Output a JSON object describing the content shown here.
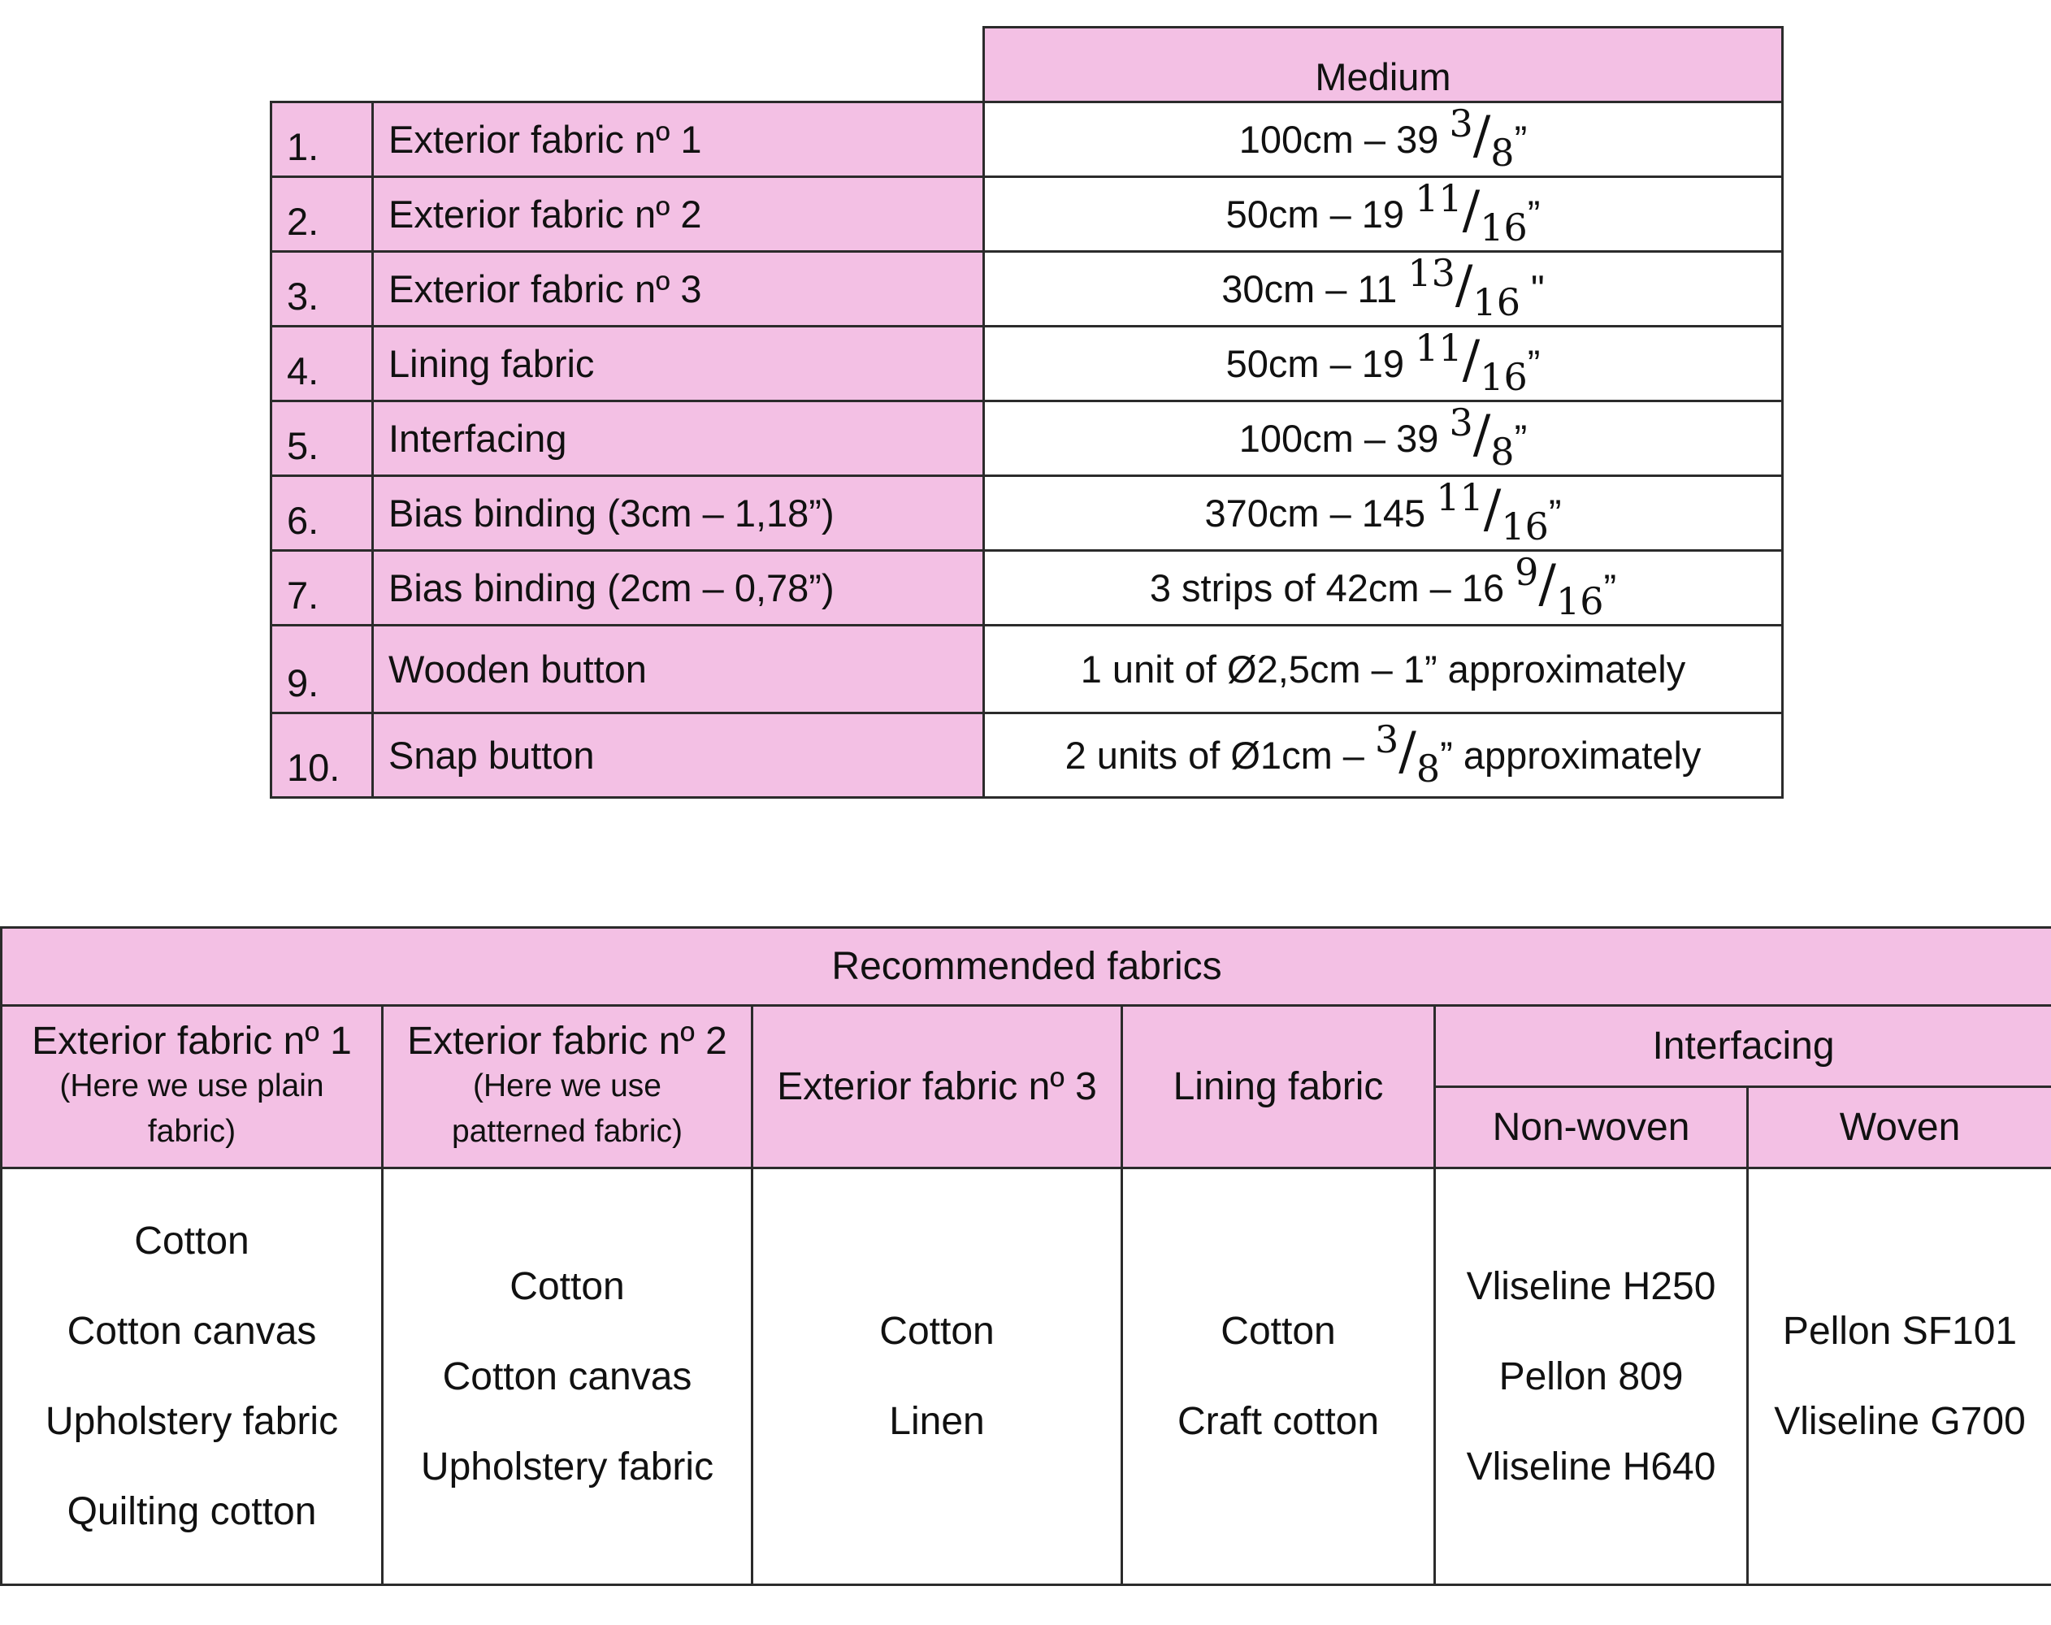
{
  "materials_table": {
    "header": "Medium",
    "rows": [
      {
        "num": "1.",
        "name": "Exterior fabric nº 1",
        "qty_pre": "100cm – 39 ",
        "num_top": "3",
        "num_bot": "8",
        "qty_post": "”"
      },
      {
        "num": "2.",
        "name": "Exterior fabric nº 2",
        "qty_pre": "50cm – 19 ",
        "num_top": "11",
        "num_bot": "16",
        "qty_post": "”"
      },
      {
        "num": "3.",
        "name": "Exterior fabric nº 3",
        "qty_pre": "30cm – 11 ",
        "num_top": "13",
        "num_bot": "16",
        "qty_post": " \""
      },
      {
        "num": "4.",
        "name": "Lining fabric",
        "qty_pre": "50cm – 19 ",
        "num_top": "11",
        "num_bot": "16",
        "qty_post": "”"
      },
      {
        "num": "5.",
        "name": "Interfacing",
        "qty_pre": "100cm – 39 ",
        "num_top": "3",
        "num_bot": "8",
        "qty_post": "”"
      },
      {
        "num": "6.",
        "name": "Bias binding (3cm – 1,18”)",
        "qty_pre": "370cm – 145 ",
        "num_top": "11",
        "num_bot": "16",
        "qty_post": "”"
      },
      {
        "num": "7.",
        "name": "Bias binding (2cm – 0,78”)",
        "qty_pre": "3 strips of 42cm – 16 ",
        "num_top": "9",
        "num_bot": "16",
        "qty_post": "”"
      },
      {
        "num": "9.",
        "name": "Wooden button",
        "qty_pre": "1 unit of Ø2,5cm – 1” approximately",
        "num_top": "",
        "num_bot": "",
        "qty_post": ""
      },
      {
        "num": "10.",
        "name": "Snap button",
        "qty_pre": "2 units of Ø1cm – ",
        "num_top": "3",
        "num_bot": "8",
        "qty_post": "” approximately"
      }
    ]
  },
  "fabrics_table": {
    "title": "Recommended fabrics",
    "columns": {
      "ext1": {
        "label": "Exterior fabric nº 1",
        "note_l1": "(Here we use plain",
        "note_l2": "fabric)"
      },
      "ext2": {
        "label": "Exterior fabric nº 2",
        "note_l1": "(Here we use",
        "note_l2": "patterned fabric)"
      },
      "ext3": {
        "label": "Exterior fabric nº 3"
      },
      "lining": {
        "label": "Lining fabric"
      },
      "interfacing": {
        "label": "Interfacing",
        "nonwoven": "Non-woven",
        "woven": "Woven"
      }
    },
    "items": {
      "ext1": [
        "Cotton",
        "Cotton canvas",
        "Upholstery fabric",
        "Quilting cotton"
      ],
      "ext2": [
        "Cotton",
        "Cotton canvas",
        "Upholstery fabric"
      ],
      "ext3": [
        "Cotton",
        "Linen"
      ],
      "lining": [
        "Cotton",
        "Craft cotton"
      ],
      "nonwoven": [
        "Vliseline H250",
        "Pellon 809",
        "Vliseline H640"
      ],
      "woven": [
        "Pellon SF101",
        "Vliseline G700"
      ]
    }
  }
}
